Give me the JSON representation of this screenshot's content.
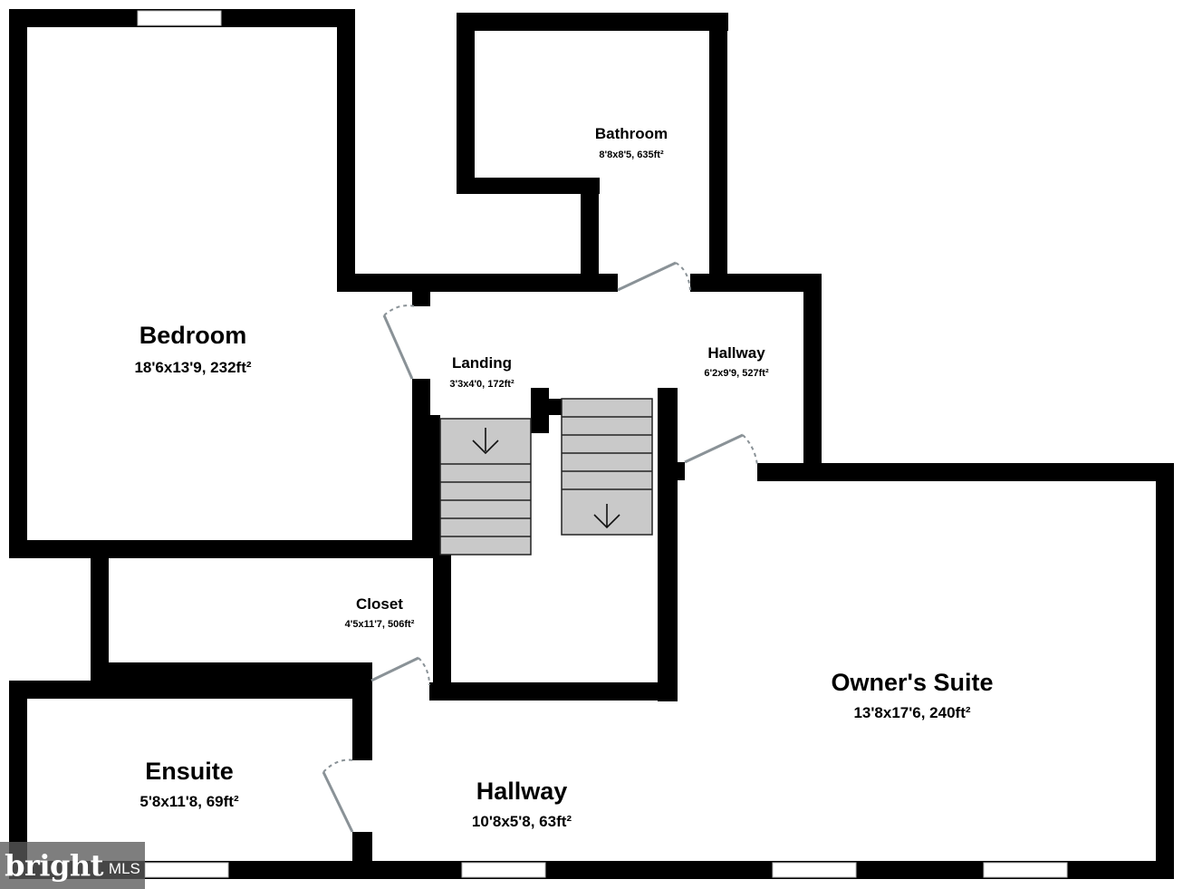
{
  "rooms": {
    "bedroom": {
      "name": "Bedroom",
      "size": "18'6x13'9, 232ft²"
    },
    "bathroom": {
      "name": "Bathroom",
      "size": "8'8x8'5, 635ft²"
    },
    "landing": {
      "name": "Landing",
      "size": "3'3x4'0, 172ft²"
    },
    "hallway_upper": {
      "name": "Hallway",
      "size": "6'2x9'9, 527ft²"
    },
    "closet": {
      "name": "Closet",
      "size": "4'5x11'7, 506ft²"
    },
    "owners_suite": {
      "name": "Owner's Suite",
      "size": "13'8x17'6, 240ft²"
    },
    "ensuite": {
      "name": "Ensuite",
      "size": "5'8x11'8, 69ft²"
    },
    "hallway_lower": {
      "name": "Hallway",
      "size": "10'8x5'8, 63ft²"
    }
  },
  "watermark": {
    "brand": "bright",
    "suffix": "MLS"
  },
  "colors": {
    "wall": "#000000",
    "stairs": "#c9c9c9",
    "door": "#8a9297",
    "background": "#ffffff"
  },
  "icons": {
    "stairs_arrow": "arrow-down-icon"
  }
}
